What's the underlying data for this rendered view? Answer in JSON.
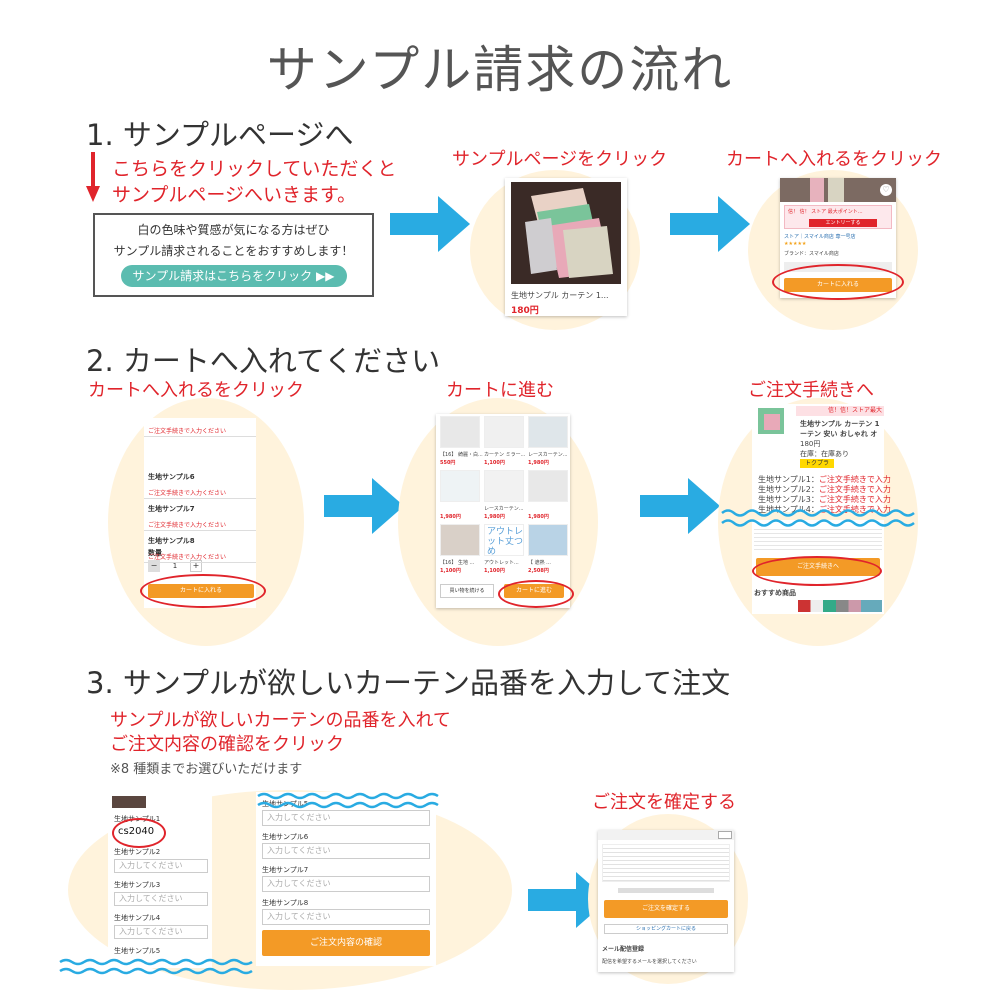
{
  "title": "サンプル請求の流れ",
  "step1": {
    "heading": "1. サンプルページへ",
    "note_line1": "こちらをクリックしていただくと",
    "note_line2": "サンプルページへいきます。",
    "box_line1": "白の色味や質感が気になる方はぜひ",
    "box_line2": "サンプル請求されることをおすすめします！",
    "box_button": "サンプル請求はこちらをクリック ▶▶",
    "caption_a": "サンプルページをクリック",
    "caption_b": "カートへ入れるをクリック",
    "product_name": "生地サンプル カーテン 1...",
    "product_price": "180円",
    "cart_banner": "信！ 信！ ストア 最大ポイント...",
    "cart_entry": "エントリーする",
    "cart_store": "ストア｜スマイル商店 専一号店",
    "cart_brand": "ブランド：スマイル商店",
    "cart_button": "カートに入れる"
  },
  "step2": {
    "heading": "2. カートへ入れてください",
    "caption_a": "カートへ入れるをクリック",
    "caption_b": "カートに進む",
    "caption_c": "ご注文手続きへ",
    "c1_rows": [
      {
        "label": "",
        "note": "ご注文手続きで入力ください"
      },
      {
        "label": "生地サンプル6",
        "note": "ご注文手続きで入力ください"
      },
      {
        "label": "生地サンプル7",
        "note": "ご注文手続きで入力ください"
      },
      {
        "label": "生地サンプル8",
        "note": "ご注文手続きで入力ください"
      }
    ],
    "c1_qty_label": "数量",
    "c1_qty_value": "1",
    "c1_minus": "−",
    "c1_plus": "+",
    "c1_button": "カートに入れる",
    "c2_items": [
      {
        "name": "【16】 綺麗・白...",
        "price": "550円"
      },
      {
        "name": "カーテン ミラー...",
        "price": "1,100円"
      },
      {
        "name": "レースカーテン...",
        "price": "1,980円"
      },
      {
        "name": "",
        "price": "1,980円"
      },
      {
        "name": "レースカーテン...",
        "price": "1,980円"
      },
      {
        "name": "",
        "price": "1,980円"
      },
      {
        "name": "【16】 生地 ...",
        "price": "1,100円"
      },
      {
        "name": "アウトレット...",
        "price": "1,100円"
      },
      {
        "name": "【 遮熱 ...",
        "price": "2,508円"
      }
    ],
    "c2_outlet": "アウトレット丈つめ",
    "c2_continue": "買い物を続ける",
    "c2_button": "カートに進む",
    "c3_badge": "信！信！ストア最大",
    "c3_title": "生地サンプル カーテン 1",
    "c3_title2": "ーテン 安い おしゃれ オ",
    "c3_price": "180円",
    "c3_stock": "在庫：在庫あり",
    "c3_coupon": "トクプラ",
    "c3_lines": [
      "生地サンプル1：ご注文手続きで入力",
      "生地サンプル2：ご注文手続きで入力",
      "生地サンプル3：ご注文手続きで入力",
      "生地サンプル4：ご注文手続きで入力"
    ],
    "c3_button": "ご注文手続きへ",
    "c3_recommend": "おすすめ商品"
  },
  "step3": {
    "heading": "3. サンプルが欲しいカーテン品番を入力して注文",
    "note_line1": "サンプルが欲しいカーテンの品番を入れて",
    "note_line2": "ご注文内容の確認をクリック",
    "note_small": "※8 種類までお選びいただけます",
    "caption": "ご注文を確定する",
    "left_fields": [
      {
        "label": "生地サンプル1",
        "value": "cs2040"
      },
      {
        "label": "生地サンプル2",
        "value": "入力してください"
      },
      {
        "label": "生地サンプル3",
        "value": "入力してください"
      },
      {
        "label": "生地サンプル4",
        "value": "入力してください"
      },
      {
        "label": "生地サンプル5",
        "value": ""
      }
    ],
    "mid_fields": [
      {
        "label": "生地サンプル5",
        "value": "入力してください"
      },
      {
        "label": "生地サンプル6",
        "value": "入力してください"
      },
      {
        "label": "生地サンプル7",
        "value": "入力してください"
      },
      {
        "label": "生地サンプル8",
        "value": "入力してください"
      }
    ],
    "mid_button": "ご注文内容の確認",
    "confirm_button": "ご注文を確定する",
    "back_link": "ショッピングカートに戻る",
    "mail_heading": "メール配信登録",
    "mail_line": "配信を希望するメールを選択してください"
  },
  "colors": {
    "accent_red": "#e0242b",
    "arrow_blue": "#29abe2",
    "button_orange": "#f39a26",
    "circle_cream": "#fff3dc",
    "teal_button": "#5bbcb0"
  }
}
